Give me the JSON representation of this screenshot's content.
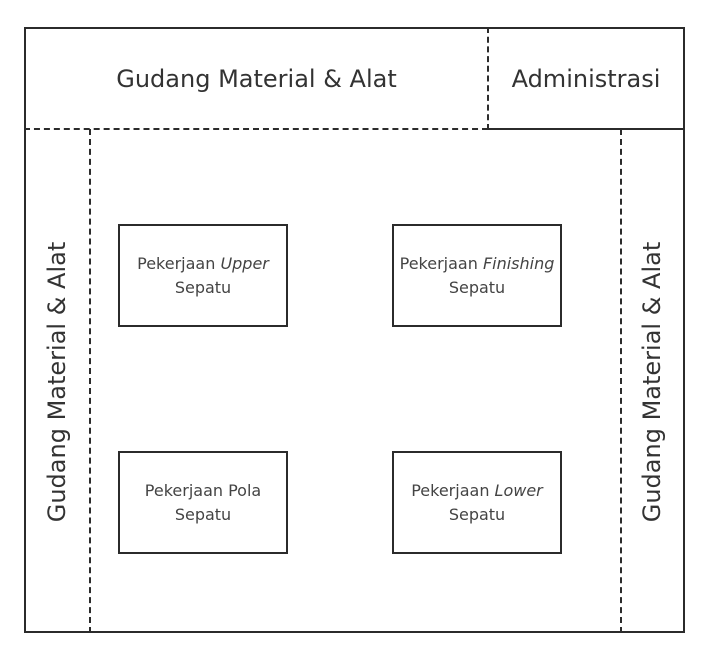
{
  "areas": {
    "top_storage": "Gudang Material & Alat",
    "administration": "Administrasi",
    "left_storage": "Gudang Material & Alat",
    "right_storage": "Gudang Material & Alat"
  },
  "work_areas": {
    "upper": {
      "prefix": "Pekerjaan ",
      "emphasis": "Upper",
      "suffix": "Sepatu"
    },
    "finishing": {
      "prefix": "Pekerjaan ",
      "emphasis": "Finishing",
      "suffix": "Sepatu"
    },
    "pola": {
      "line1": "Pekerjaan Pola",
      "line2": "Sepatu"
    },
    "lower": {
      "prefix": "Pekerjaan ",
      "emphasis": "Lower",
      "suffix": "Sepatu"
    }
  }
}
